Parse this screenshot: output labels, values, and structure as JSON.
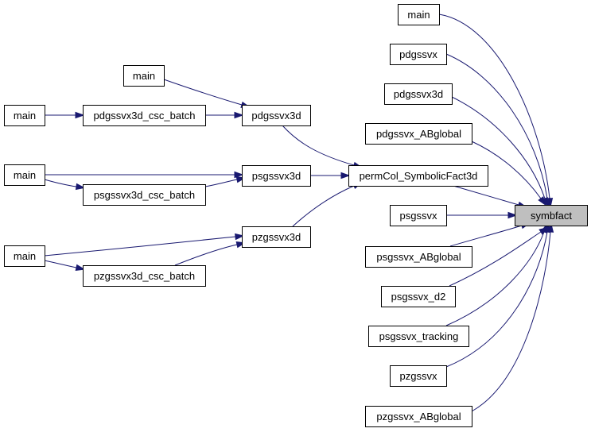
{
  "colors": {
    "edge": "#191970",
    "node_fill": "#ffffff",
    "focus_fill": "#bfbfbf",
    "border": "#000000"
  },
  "nodes": [
    {
      "id": "symbfact",
      "label": "symbfact",
      "focus": true
    },
    {
      "id": "main_r1",
      "label": "main"
    },
    {
      "id": "pdgssvx",
      "label": "pdgssvx"
    },
    {
      "id": "pdgssvx3d",
      "label": "pdgssvx3d"
    },
    {
      "id": "pdgssvx_abglobal",
      "label": "pdgssvx_ABglobal"
    },
    {
      "id": "permcol",
      "label": "permCol_SymbolicFact3d"
    },
    {
      "id": "psgssvx",
      "label": "psgssvx"
    },
    {
      "id": "psgssvx_abglobal",
      "label": "psgssvx_ABglobal"
    },
    {
      "id": "psgssvx_d2",
      "label": "psgssvx_d2"
    },
    {
      "id": "psgssvx_tracking",
      "label": "psgssvx_tracking"
    },
    {
      "id": "pzgssvx",
      "label": "pzgssvx"
    },
    {
      "id": "pzgssvx_abglobal",
      "label": "pzgssvx_ABglobal"
    },
    {
      "id": "pdgssvx3d_m",
      "label": "pdgssvx3d"
    },
    {
      "id": "psgssvx3d_m",
      "label": "psgssvx3d"
    },
    {
      "id": "pzgssvx3d_m",
      "label": "pzgssvx3d"
    },
    {
      "id": "main_top",
      "label": "main"
    },
    {
      "id": "pdgssvx3d_csc_batch",
      "label": "pdgssvx3d_csc_batch"
    },
    {
      "id": "psgssvx3d_csc_batch",
      "label": "psgssvx3d_csc_batch"
    },
    {
      "id": "pzgssvx3d_csc_batch",
      "label": "pzgssvx3d_csc_batch"
    },
    {
      "id": "main_l1",
      "label": "main"
    },
    {
      "id": "main_l2",
      "label": "main"
    },
    {
      "id": "main_l3",
      "label": "main"
    }
  ],
  "edges": [
    {
      "from": "main_r1",
      "to": "symbfact"
    },
    {
      "from": "pdgssvx",
      "to": "symbfact"
    },
    {
      "from": "pdgssvx3d",
      "to": "symbfact"
    },
    {
      "from": "pdgssvx_abglobal",
      "to": "symbfact"
    },
    {
      "from": "permcol",
      "to": "symbfact"
    },
    {
      "from": "psgssvx",
      "to": "symbfact"
    },
    {
      "from": "psgssvx_abglobal",
      "to": "symbfact"
    },
    {
      "from": "psgssvx_d2",
      "to": "symbfact"
    },
    {
      "from": "psgssvx_tracking",
      "to": "symbfact"
    },
    {
      "from": "pzgssvx",
      "to": "symbfact"
    },
    {
      "from": "pzgssvx_abglobal",
      "to": "symbfact"
    },
    {
      "from": "pdgssvx3d_m",
      "to": "permcol"
    },
    {
      "from": "psgssvx3d_m",
      "to": "permcol"
    },
    {
      "from": "pzgssvx3d_m",
      "to": "permcol"
    },
    {
      "from": "main_top",
      "to": "pdgssvx3d_m"
    },
    {
      "from": "pdgssvx3d_csc_batch",
      "to": "pdgssvx3d_m"
    },
    {
      "from": "main_l1",
      "to": "pdgssvx3d_csc_batch"
    },
    {
      "from": "main_l2",
      "to": "psgssvx3d_m"
    },
    {
      "from": "main_l2",
      "to": "psgssvx3d_csc_batch"
    },
    {
      "from": "psgssvx3d_csc_batch",
      "to": "psgssvx3d_m"
    },
    {
      "from": "main_l3",
      "to": "pzgssvx3d_m"
    },
    {
      "from": "main_l3",
      "to": "pzgssvx3d_csc_batch"
    },
    {
      "from": "pzgssvx3d_csc_batch",
      "to": "pzgssvx3d_m"
    }
  ]
}
